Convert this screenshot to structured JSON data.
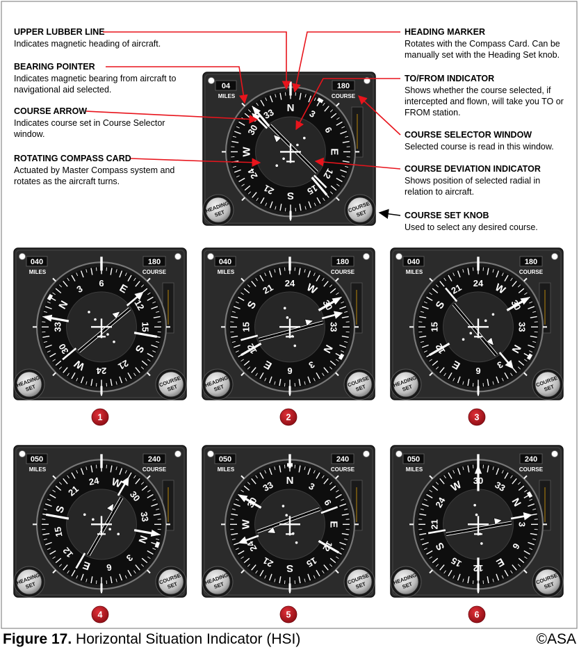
{
  "labels": [
    {
      "title": "UPPER LUBBER LINE",
      "desc": [
        "Indicates magnetic heading of aircraft."
      ]
    },
    {
      "title": "BEARING POINTER",
      "desc": [
        "Indicates magnetic bearing from aircraft to",
        "navigational aid selected."
      ]
    },
    {
      "title": "COURSE ARROW",
      "desc": [
        "Indicates course set in Course Selector",
        "window."
      ]
    },
    {
      "title": "ROTATING COMPASS CARD",
      "desc": [
        "Actuated by Master Compass system and",
        "rotates as the aircraft turns."
      ]
    },
    {
      "title": "HEADING MARKER",
      "desc": [
        "Rotates with the Compass Card. Can be",
        "manually set with the Heading Set knob."
      ]
    },
    {
      "title": "TO/FROM INDICATOR",
      "desc": [
        "Shows whether the course selected, if",
        "intercepted and flown, will take you TO or",
        "FROM station."
      ]
    },
    {
      "title": "COURSE SELECTOR WINDOW",
      "desc": [
        "Selected course is read in this window."
      ]
    },
    {
      "title": "COURSE DEVIATION INDICATOR",
      "desc": [
        "Shows position of selected radial in",
        "relation to aircraft."
      ]
    },
    {
      "title": "COURSE SET KNOB",
      "desc": [
        "Used to select any desired course."
      ]
    }
  ],
  "instrument_text": {
    "miles": "MILES",
    "course": "COURSE",
    "heading_set": [
      "HEADING",
      "SET"
    ],
    "course_set": [
      "COURSE",
      "SET"
    ]
  },
  "main_instrument": {
    "heading": 0,
    "course": 315,
    "miles": "04",
    "course_window": "180",
    "bearing": 320,
    "heading_bug": 30
  },
  "instruments": [
    {
      "badge": "1",
      "heading": 60,
      "course": 110,
      "bearing": 340,
      "miles": "040",
      "course_window": "180"
    },
    {
      "badge": "2",
      "heading": 240,
      "course": 315,
      "bearing": 300,
      "miles": "040",
      "course_window": "180"
    },
    {
      "badge": "3",
      "heading": 240,
      "course": 20,
      "bearing": 300,
      "miles": "040",
      "course_window": "180"
    },
    {
      "badge": "4",
      "heading": 250,
      "course": 280,
      "bearing": 350,
      "miles": "050",
      "course_window": "240"
    },
    {
      "badge": "5",
      "heading": 0,
      "course": 250,
      "bearing": 300,
      "miles": "050",
      "course_window": "240"
    },
    {
      "badge": "6",
      "heading": 300,
      "course": 20,
      "bearing": 300,
      "miles": "050",
      "course_window": "240"
    }
  ],
  "caption": {
    "bold": "Figure 17.",
    "text": " Horizontal Situation Indicator (HSI)",
    "credit": "©ASA"
  },
  "colors": {
    "leader": "#e8141c",
    "badge": "#b5121b",
    "panel": "#2a2a2a",
    "dial": "#111111"
  }
}
